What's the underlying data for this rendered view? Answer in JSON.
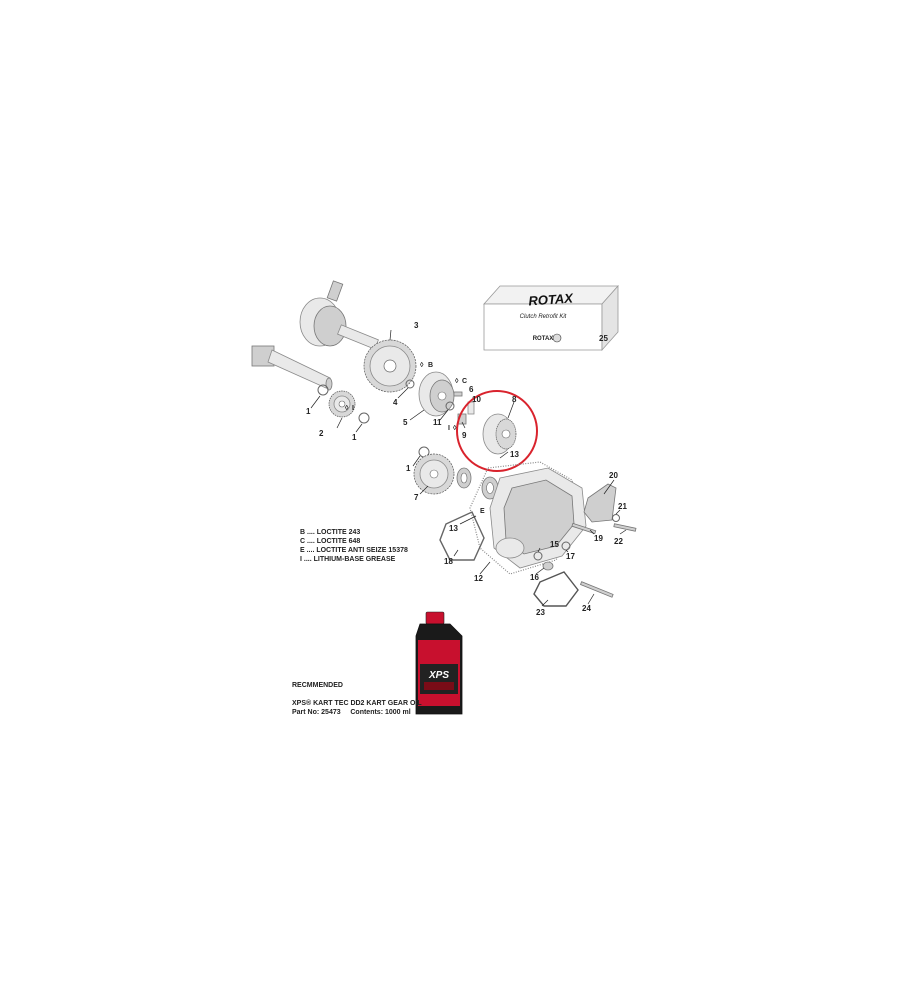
{
  "kit_box": {
    "brand": "ROTAX",
    "title": "Clutch Retrofit Kit",
    "logo_text": "ROTAX",
    "callout": "25"
  },
  "callouts": {
    "c1a": "1",
    "c1b": "1",
    "c1c": "1",
    "c2": "2",
    "c3": "3",
    "c4": "4",
    "c5": "5",
    "c6": "6",
    "c7": "7",
    "c8": "8",
    "c9": "9",
    "c10": "10",
    "c11": "11",
    "c12": "12",
    "c13a": "13",
    "c13b": "13",
    "c15": "15",
    "c16": "16",
    "c17": "17",
    "c18": "18",
    "c19": "19",
    "c20": "20",
    "c21": "21",
    "c22": "22",
    "c23": "23",
    "c24": "24"
  },
  "marks": {
    "m_b": "B",
    "m_c": "C",
    "m_e": "E",
    "m_i1": "I",
    "m_i2": "I"
  },
  "legend": [
    "B .... LOCTITE 243",
    "C .... LOCTITE 648",
    "E .... LOCTITE ANTI SEIZE 15378",
    "I .... LITHIUM-BASE GREASE"
  ],
  "recommended": {
    "heading": "RECMMENDED",
    "product_line": "XPS® KART TEC DD2 KART GEAR OIL",
    "part_line": "Part No: 25473     Contents: 1000 ml"
  },
  "oil_bottle": {
    "label_text": "XPS"
  },
  "colors": {
    "highlight": "#d9232d",
    "bottle_body": "#1a1a1a",
    "bottle_label": "#c8102e"
  }
}
